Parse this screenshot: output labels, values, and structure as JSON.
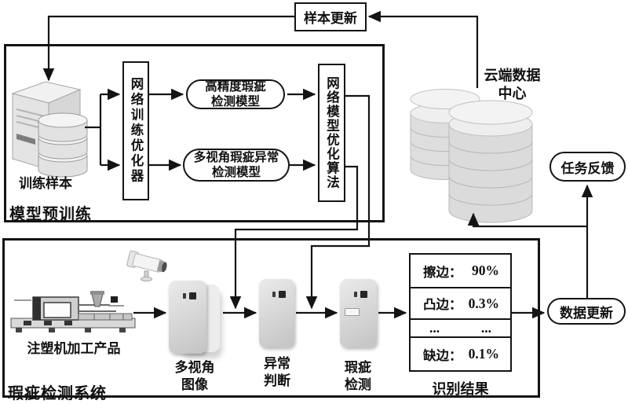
{
  "top": {
    "sample_update": "样本更新"
  },
  "pretrain": {
    "section_label": "模型预训练",
    "training_samples_label": "训练样本",
    "optimizer_label": "网络训练优化器",
    "model_high_precision": {
      "line1": "高精度瑕疵",
      "line2": "检测模型"
    },
    "model_multiview": {
      "line1": "多视角瑕疵异常",
      "line2": "检测模型"
    },
    "algorithm_label": "网络模型优化算法"
  },
  "cloud": {
    "line1": "云端数据",
    "line2": "中心"
  },
  "feedback": {
    "task_feedback_label": "任务反馈",
    "data_update_label": "数据更新"
  },
  "detection": {
    "section_label": "瑕疵检测系统",
    "machine_label": "注塑机加工产品",
    "multiview_image": {
      "line1": "多视角",
      "line2": "图像"
    },
    "anomaly_judge": {
      "line1": "异常",
      "line2": "判断"
    },
    "defect_detect": {
      "line1": "瑕疵",
      "line2": "检测"
    },
    "results": {
      "title": "识别结果",
      "rows": [
        {
          "name": "擦边：",
          "value": "90%"
        },
        {
          "name": "凸边：",
          "value": "0.3%"
        },
        {
          "name": "...",
          "value": "..."
        },
        {
          "name": "缺边：",
          "value": "0.1%"
        }
      ]
    }
  }
}
